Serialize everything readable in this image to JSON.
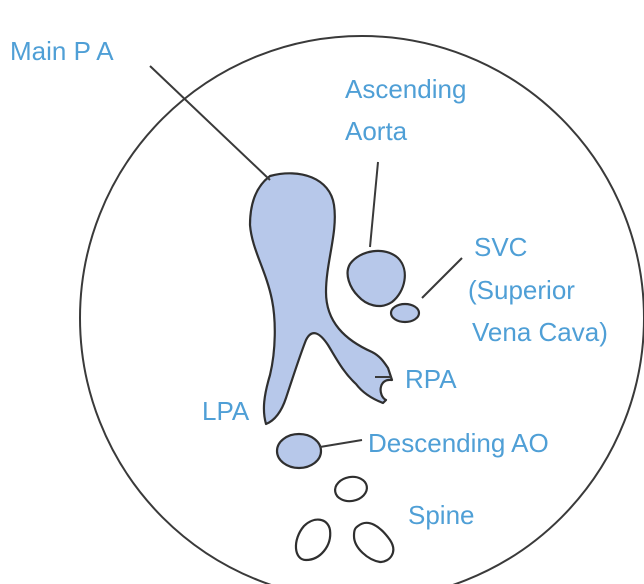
{
  "labels": {
    "main_pa": "Main P A",
    "ascending_aorta_line1": "Ascending",
    "ascending_aorta_line2": "Aorta",
    "svc_line1": "SVC",
    "svc_line2": "(Superior",
    "svc_line3": "Vena Cava)",
    "rpa": "RPA",
    "lpa": "LPA",
    "descending_ao": "Descending AO",
    "spine": "Spine"
  },
  "colors": {
    "label_text": "#4f9fd6",
    "structure_fill": "#b7c8ea",
    "outline": "#3a3a3a"
  }
}
